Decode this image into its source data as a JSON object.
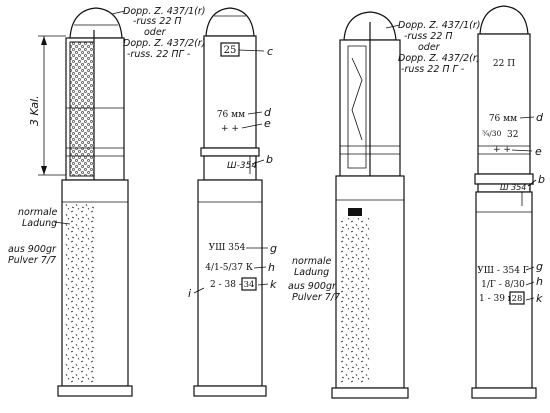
{
  "left": {
    "fuze_label_1": "Dopp. Z. 437/1(r)",
    "fuze_label_2": "-russ 22 П",
    "fuze_or": "oder",
    "fuze_label_3": "Dopp. Z. 437/2(r)",
    "fuze_label_4": "-russ. 22 ПГ -",
    "caliber_note": "3 Kal.",
    "charge_1": "normale",
    "charge_2": "Ladung",
    "charge_3": "aus 900gr",
    "charge_4": "Pulver 7/7",
    "box_mark": "25",
    "caliber_mark": "76 мм",
    "plus_mark": "+ +",
    "band_mark": "Ш-354",
    "case_mark_1": "УШ 354",
    "case_mark_2": "4/1-5/37 К",
    "case_mark_3": "2 - 38 -",
    "case_mark_box": "34",
    "letter_c": "c",
    "letter_d": "d",
    "letter_e": "e",
    "letter_b": "b",
    "letter_g": "g",
    "letter_h": "h",
    "letter_k": "k",
    "letter_i": "i"
  },
  "right": {
    "fuze_label_1": "Dopp. Z. 437/1(r)",
    "fuze_label_2": "-russ 22 П",
    "fuze_or": "oder",
    "fuze_label_3": "Dopp. Z. 437/2(r)",
    "fuze_label_4": "-russ 22 П Г -",
    "charge_1": "normale",
    "charge_2": "Ladung",
    "charge_3": "aus 900gr",
    "charge_4": "Pulver 7/7",
    "fuze_mark": "22 П",
    "caliber_mark": "76 мм",
    "fraction_mark": "¾/30",
    "number_mark": "32",
    "plus_mark": "+ +",
    "band_mark": "Ш 354 Г",
    "case_mark_1": "УШ - 354 Г",
    "case_mark_2": "1/Г - 8/30",
    "case_mark_3": "1 - 39 г",
    "case_mark_box": "28",
    "letter_d": "d",
    "letter_e": "e",
    "letter_b": "b",
    "letter_g": "g",
    "letter_h": "h",
    "letter_k": "k"
  }
}
